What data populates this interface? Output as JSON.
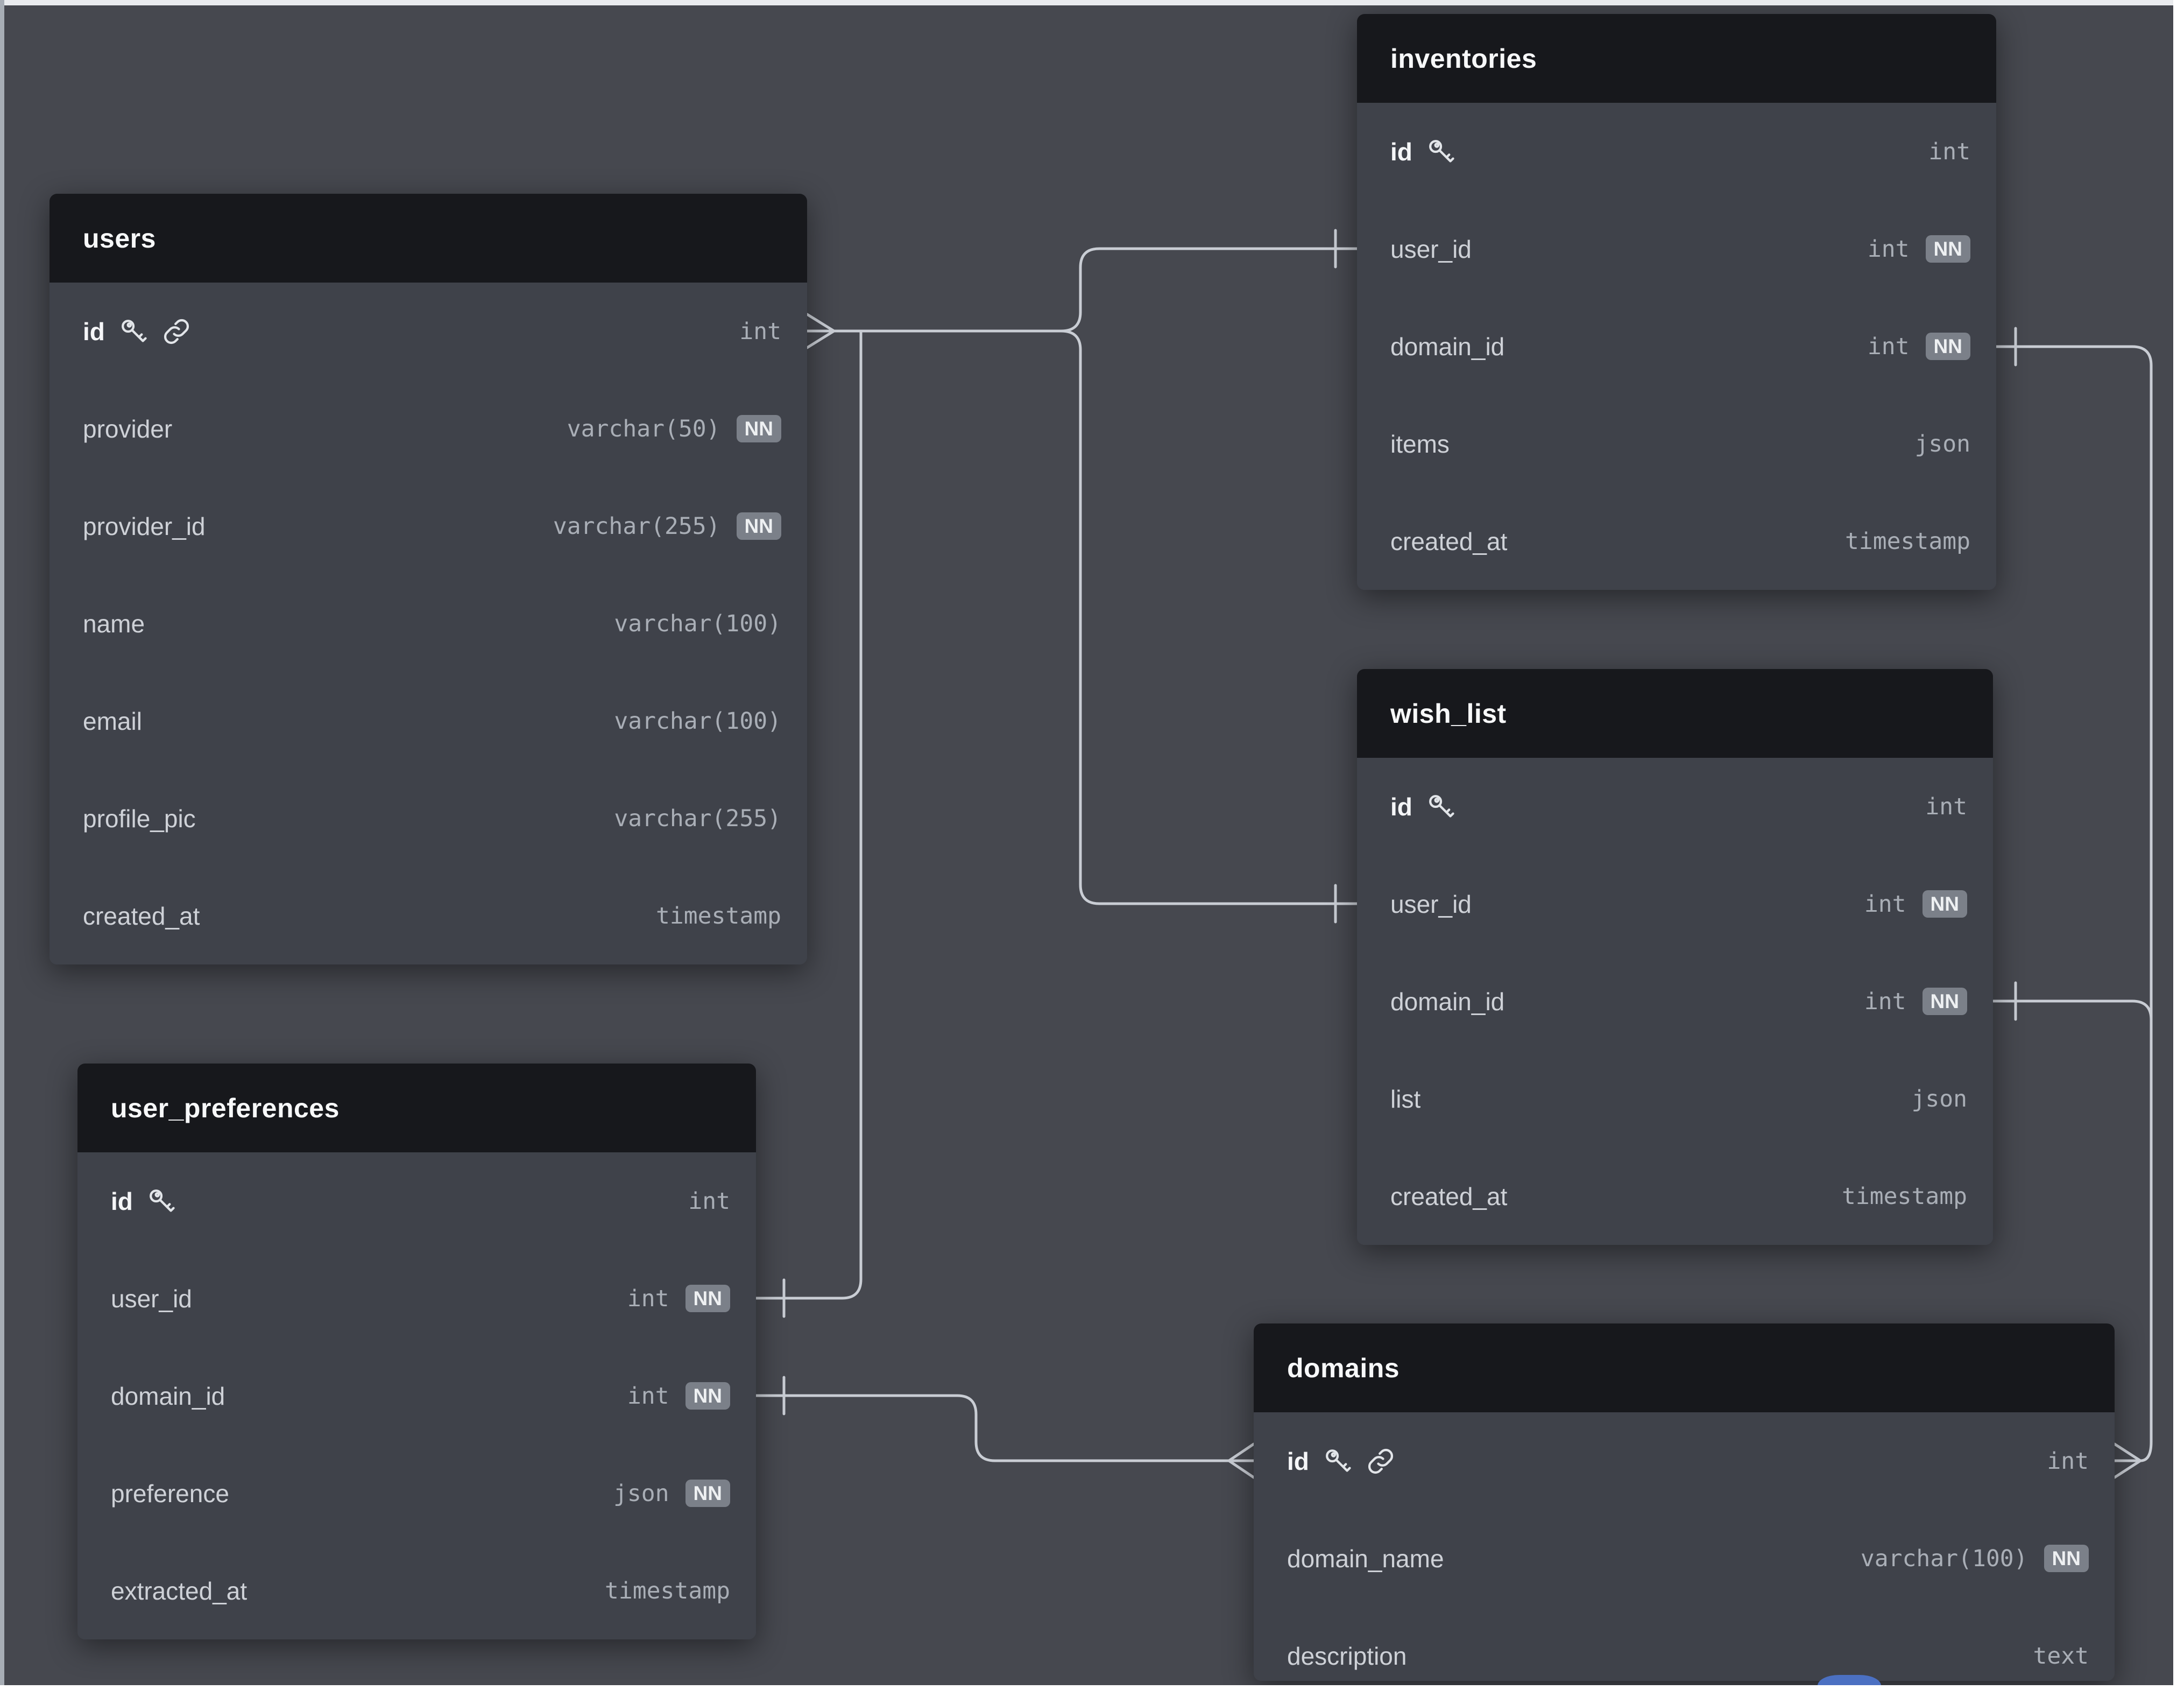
{
  "canvas": {
    "background_color": "#46484f",
    "table_body_color": "#3f424a",
    "table_header_color": "#17181c",
    "wire_color": "#c9cdd4",
    "nn_badge_color": "#7b8089",
    "blue_widget_color": "#4b70c2"
  },
  "badges": {
    "not_null": "NN"
  },
  "tables": [
    {
      "name": "users",
      "columns": [
        {
          "name": "id",
          "type": "int",
          "pk": true,
          "icons": [
            "key-icon",
            "link-icon"
          ]
        },
        {
          "name": "provider",
          "type": "varchar(50)",
          "nn": true
        },
        {
          "name": "provider_id",
          "type": "varchar(255)",
          "nn": true
        },
        {
          "name": "name",
          "type": "varchar(100)"
        },
        {
          "name": "email",
          "type": "varchar(100)"
        },
        {
          "name": "profile_pic",
          "type": "varchar(255)"
        },
        {
          "name": "created_at",
          "type": "timestamp"
        }
      ]
    },
    {
      "name": "inventories",
      "columns": [
        {
          "name": "id",
          "type": "int",
          "pk": true,
          "icons": [
            "key-icon"
          ]
        },
        {
          "name": "user_id",
          "type": "int",
          "nn": true
        },
        {
          "name": "domain_id",
          "type": "int",
          "nn": true
        },
        {
          "name": "items",
          "type": "json"
        },
        {
          "name": "created_at",
          "type": "timestamp"
        }
      ]
    },
    {
      "name": "wish_list",
      "columns": [
        {
          "name": "id",
          "type": "int",
          "pk": true,
          "icons": [
            "key-icon"
          ]
        },
        {
          "name": "user_id",
          "type": "int",
          "nn": true
        },
        {
          "name": "domain_id",
          "type": "int",
          "nn": true
        },
        {
          "name": "list",
          "type": "json"
        },
        {
          "name": "created_at",
          "type": "timestamp"
        }
      ]
    },
    {
      "name": "user_preferences",
      "columns": [
        {
          "name": "id",
          "type": "int",
          "pk": true,
          "icons": [
            "key-icon"
          ]
        },
        {
          "name": "user_id",
          "type": "int",
          "nn": true
        },
        {
          "name": "domain_id",
          "type": "int",
          "nn": true
        },
        {
          "name": "preference",
          "type": "json",
          "nn": true
        },
        {
          "name": "extracted_at",
          "type": "timestamp"
        }
      ]
    },
    {
      "name": "domains",
      "columns": [
        {
          "name": "id",
          "type": "int",
          "pk": true,
          "icons": [
            "key-icon",
            "link-icon"
          ]
        },
        {
          "name": "domain_name",
          "type": "varchar(100)",
          "nn": true
        },
        {
          "name": "description",
          "type": "text"
        }
      ]
    }
  ],
  "relationships": [
    {
      "from": "users.id",
      "to": "inventories.user_id"
    },
    {
      "from": "users.id",
      "to": "wish_list.user_id"
    },
    {
      "from": "users.id",
      "to": "user_preferences.user_id"
    },
    {
      "from": "domains.id",
      "to": "inventories.domain_id"
    },
    {
      "from": "domains.id",
      "to": "wish_list.domain_id"
    },
    {
      "from": "domains.id",
      "to": "user_preferences.domain_id"
    }
  ]
}
